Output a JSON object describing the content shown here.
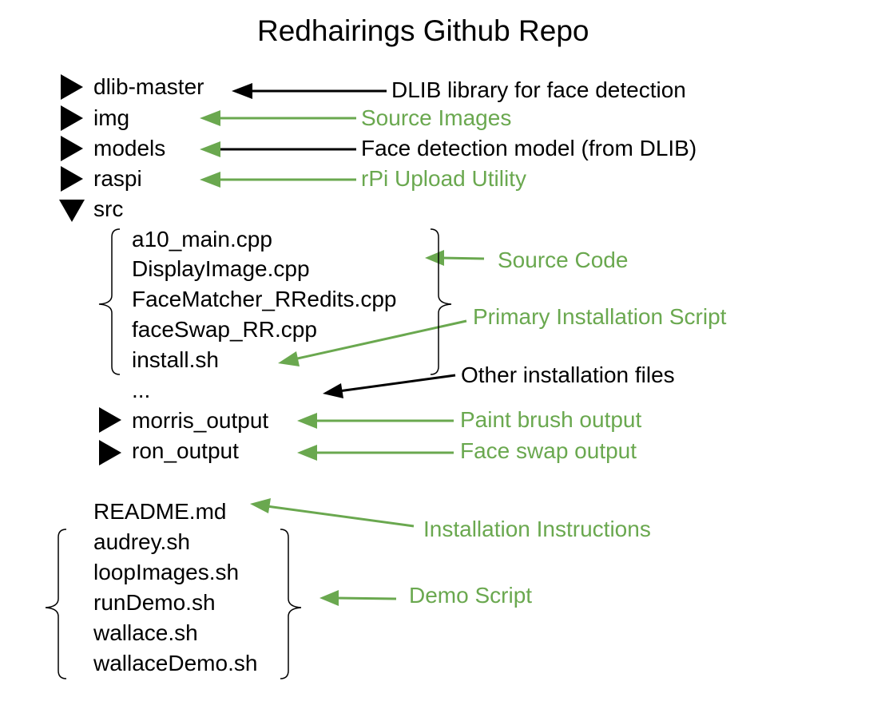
{
  "title": "Redhairings Github Repo",
  "tree": {
    "top": [
      "dlib-master",
      "img",
      "models",
      "raspi",
      "src"
    ],
    "src_files": [
      "a10_main.cpp",
      "DisplayImage.cpp",
      "FaceMatcher_RRedits.cpp",
      "faceSwap_RR.cpp",
      "install.sh",
      "..."
    ],
    "src_folders": [
      "morris_output",
      "ron_output"
    ],
    "root_files": [
      "README.md",
      "audrey.sh",
      "loopImages.sh",
      "runDemo.sh",
      "wallace.sh",
      "wallaceDemo.sh"
    ]
  },
  "annotations": {
    "dlib": "DLIB library for face detection",
    "img": "Source Images",
    "models": "Face detection model (from DLIB)",
    "raspi": "rPi Upload Utility",
    "source_code": "Source Code",
    "install_script": "Primary Installation Script",
    "other_install": "Other installation files",
    "paint_brush": "Paint brush output",
    "face_swap": "Face swap output",
    "install_instructions": "Installation Instructions",
    "demo_script": "Demo Script"
  },
  "colors": {
    "green": "#6aa84f",
    "black": "#000000"
  }
}
